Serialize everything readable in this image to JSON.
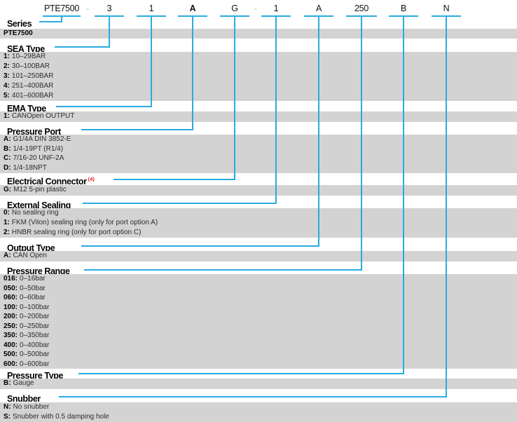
{
  "part_code": {
    "segments": [
      {
        "value": "PTE7500"
      },
      {
        "value": "3"
      },
      {
        "value": "1"
      },
      {
        "value": "A"
      },
      {
        "value": "G"
      },
      {
        "value": "1"
      },
      {
        "value": "A"
      },
      {
        "value": "250"
      },
      {
        "value": "B"
      },
      {
        "value": "N"
      }
    ],
    "separators": [
      "-",
      "-"
    ]
  },
  "sections": [
    {
      "title": "Series",
      "options": [
        {
          "key": "PTE7500",
          "desc": ""
        }
      ]
    },
    {
      "title": "SEA Type",
      "options": [
        {
          "key": "1:",
          "desc": "10–29BAR"
        },
        {
          "key": "2:",
          "desc": "30–100BAR"
        },
        {
          "key": "3:",
          "desc": "101–250BAR"
        },
        {
          "key": "4:",
          "desc": "251–400BAR"
        },
        {
          "key": "5:",
          "desc": "401–600BAR"
        }
      ]
    },
    {
      "title": "EMA Type",
      "options": [
        {
          "key": "1:",
          "desc": "CANOpen OUTPUT"
        }
      ]
    },
    {
      "title": "Pressure Port",
      "options": [
        {
          "key": "A:",
          "desc": "G1/4A DIN 3852-E"
        },
        {
          "key": "B:",
          "desc": "1/4-19PT (R1/4)"
        },
        {
          "key": "C:",
          "desc": "7/16-20 UNF-2A"
        },
        {
          "key": "D:",
          "desc": "1/4-18NPT"
        }
      ]
    },
    {
      "title": "Electrical Connector",
      "sup": "(4)",
      "options": [
        {
          "key": "G:",
          "desc": "M12 5-pin plastic"
        }
      ]
    },
    {
      "title": "External Sealing",
      "options": [
        {
          "key": "0:",
          "desc": "No sealing ring"
        },
        {
          "key": "1:",
          "desc": "FKM (Viton) sealing ring (only for port option A)"
        },
        {
          "key": "2:",
          "desc": "HNBR sealing ring (only for port option C)"
        }
      ]
    },
    {
      "title": "Output Type",
      "options": [
        {
          "key": "A:",
          "desc": "CAN Open"
        }
      ]
    },
    {
      "title": "Pressure Range",
      "options": [
        {
          "key": "016:",
          "desc": "0–16bar"
        },
        {
          "key": "050:",
          "desc": "0–50bar"
        },
        {
          "key": "060:",
          "desc": "0–60bar"
        },
        {
          "key": "100:",
          "desc": "0–100bar"
        },
        {
          "key": "200:",
          "desc": "0–200bar"
        },
        {
          "key": "250:",
          "desc": "0–250bar"
        },
        {
          "key": "350:",
          "desc": "0–350bar"
        },
        {
          "key": "400:",
          "desc": "0–400bar"
        },
        {
          "key": "500:",
          "desc": "0–500bar"
        },
        {
          "key": "600:",
          "desc": "0–600bar"
        }
      ]
    },
    {
      "title": "Pressure Type",
      "options": [
        {
          "key": "B:",
          "desc": "Gauge"
        }
      ]
    },
    {
      "title": "Snubber",
      "options": [
        {
          "key": "N:",
          "desc": "No snubber"
        },
        {
          "key": "S:",
          "desc": "Snubber with 0.5 damping hole"
        }
      ]
    }
  ],
  "colors": {
    "accent_line": "#29abe2",
    "band_background": "#d3d3d3",
    "footnote_superscript": "#ed1c24",
    "code_separator": "#9fb6c0",
    "text": "#1a1a1a"
  }
}
